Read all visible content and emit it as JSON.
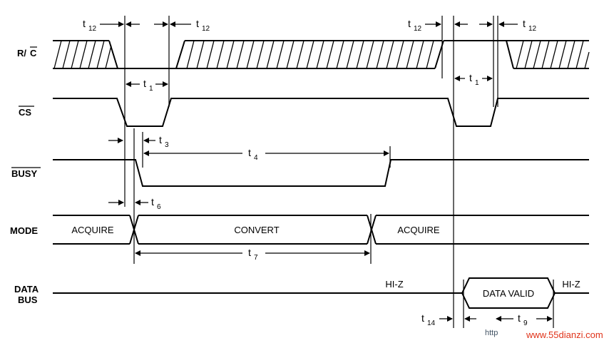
{
  "signals": {
    "rc": {
      "main": "R/",
      "bar": "C"
    },
    "cs": "CS",
    "busy": "BUSY",
    "mode": "MODE",
    "data_bus": [
      "DATA",
      "BUS"
    ]
  },
  "states": {
    "acquire_1": "ACQUIRE",
    "convert": "CONVERT",
    "acquire_2": "ACQUIRE",
    "hiz_1": "HI-Z",
    "data_valid": "DATA VALID",
    "hiz_2": "HI-Z"
  },
  "timing": [
    {
      "t": "t",
      "sub": "12"
    },
    {
      "t": "t",
      "sub": "12"
    },
    {
      "t": "t",
      "sub": "12"
    },
    {
      "t": "t",
      "sub": "12"
    },
    {
      "t": "t",
      "sub": "1"
    },
    {
      "t": "t",
      "sub": "1"
    },
    {
      "t": "t",
      "sub": "3"
    },
    {
      "t": "t",
      "sub": "4"
    },
    {
      "t": "t",
      "sub": "6"
    },
    {
      "t": "t",
      "sub": "7"
    },
    {
      "t": "t",
      "sub": "14"
    },
    {
      "t": "t",
      "sub": "9"
    }
  ],
  "watermark": {
    "left": "http",
    "right": "www.55dianzi.com"
  }
}
